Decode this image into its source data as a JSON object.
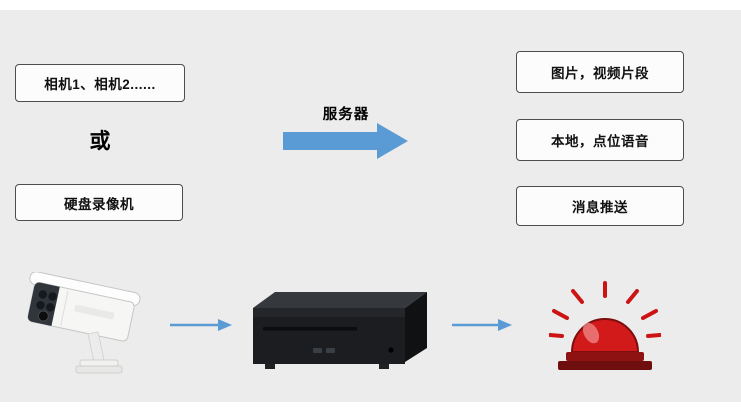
{
  "diagram": {
    "inputs": {
      "cameras_label": "相机1、相机2......",
      "or_label": "或",
      "dvr_label": "硬盘录像机"
    },
    "server_label": "服务器",
    "outputs": [
      {
        "label": "图片，视频片段"
      },
      {
        "label": "本地，点位语音"
      },
      {
        "label": "消息推送"
      }
    ],
    "icons": {
      "flow": "right-arrow",
      "server_flow": "big-right-arrow",
      "bottom_left": "surveillance-camera",
      "bottom_middle": "server-chassis",
      "bottom_right": "alarm-siren"
    },
    "colors": {
      "background": "#ececec",
      "arrow_blue": "#5b9bd5",
      "box_border": "#4d4d4d",
      "box_fill": "#fcfcfc",
      "alarm_red": "#d31a1a",
      "alarm_base": "#6e0e0e",
      "text": "#111111"
    }
  }
}
